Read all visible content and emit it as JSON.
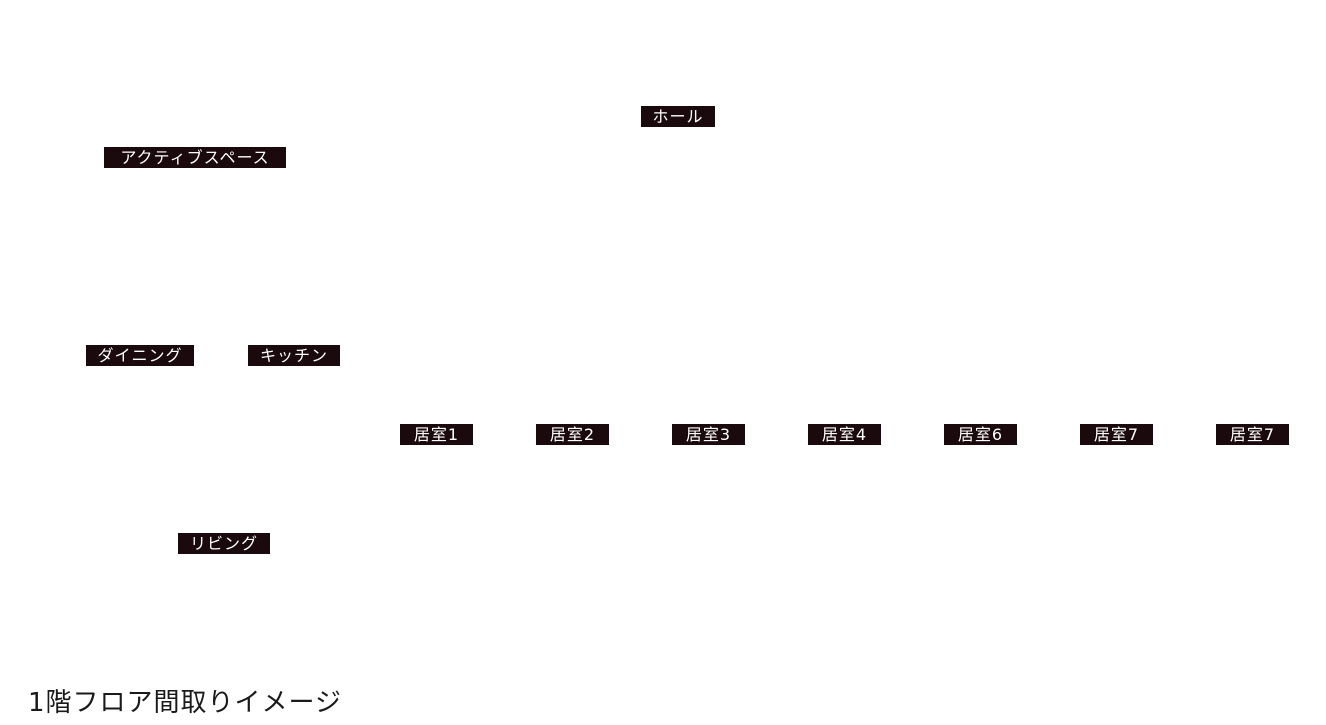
{
  "labels": {
    "hall": "ホール",
    "active_space": "アクティブスペース",
    "dining": "ダイニング",
    "kitchen": "キッチン",
    "living": "リビング"
  },
  "rooms": [
    "居室1",
    "居室2",
    "居室3",
    "居室4",
    "居室6",
    "居室7",
    "居室7"
  ],
  "caption": "1階フロア間取りイメージ",
  "colors": {
    "label_background": "#1a0a0e",
    "label_text": "#ffffff",
    "caption_text": "#1a1a1a",
    "page_background": "#ffffff"
  }
}
